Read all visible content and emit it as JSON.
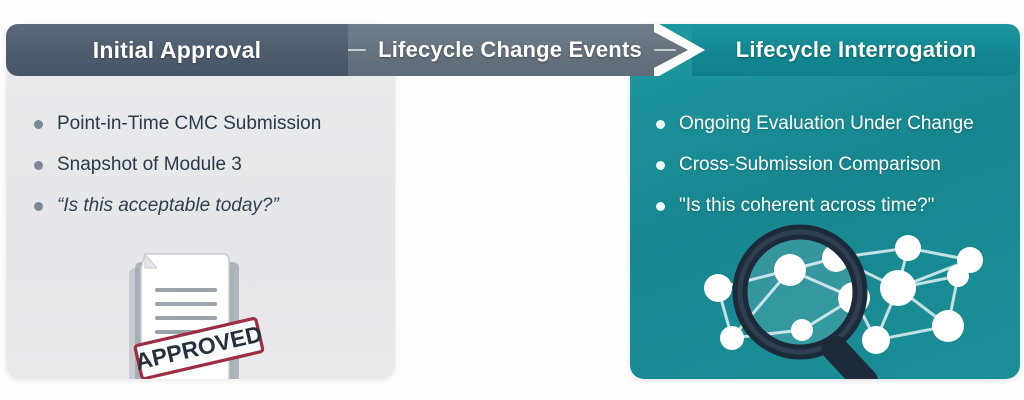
{
  "figure": {
    "title_left": "Initial Approval",
    "title_middle": "Lifecycle Change Events",
    "title_right": "Lifecycle Interrogation"
  },
  "colors": {
    "left_header": "#4e5d6e",
    "middle_arrow": "#66737f",
    "right_header": "#12878f",
    "left_body": "#e6e8ea",
    "right_body": "#1a8e97",
    "left_text": "#2b3a4a",
    "right_text": "#ffffff",
    "stamp_border": "#9e2d42",
    "stamp_text": "#24313f",
    "page_background": "#fdfdfd"
  },
  "left_panel": {
    "header": "Initial Approval",
    "bullets": [
      {
        "text": "Point-in-Time CMC Submission",
        "style": "normal"
      },
      {
        "text": "Snapshot of Module 3",
        "style": "normal"
      },
      {
        "text": "“Is this acceptable today?”",
        "style": "italic-quote"
      }
    ],
    "illustration": {
      "name": "approved-document",
      "stamp_label": "APPROVED",
      "document_lines": 4
    }
  },
  "middle": {
    "label": "Lifecycle Change Events",
    "left_dash": "—",
    "right_dash": "—",
    "shape": "right-pointing-arrow"
  },
  "right_panel": {
    "header": "Lifecycle Interrogation",
    "bullets": [
      {
        "text": "Ongoing Evaluation Under Change",
        "style": "normal"
      },
      {
        "text": "Cross-Submission Comparison",
        "style": "normal"
      },
      {
        "text": "\"Is this coherent across time?\"",
        "style": "quote"
      }
    ],
    "illustration": {
      "name": "network-magnifier",
      "node_count": 10,
      "description": "white network graph with magnifying glass"
    }
  }
}
